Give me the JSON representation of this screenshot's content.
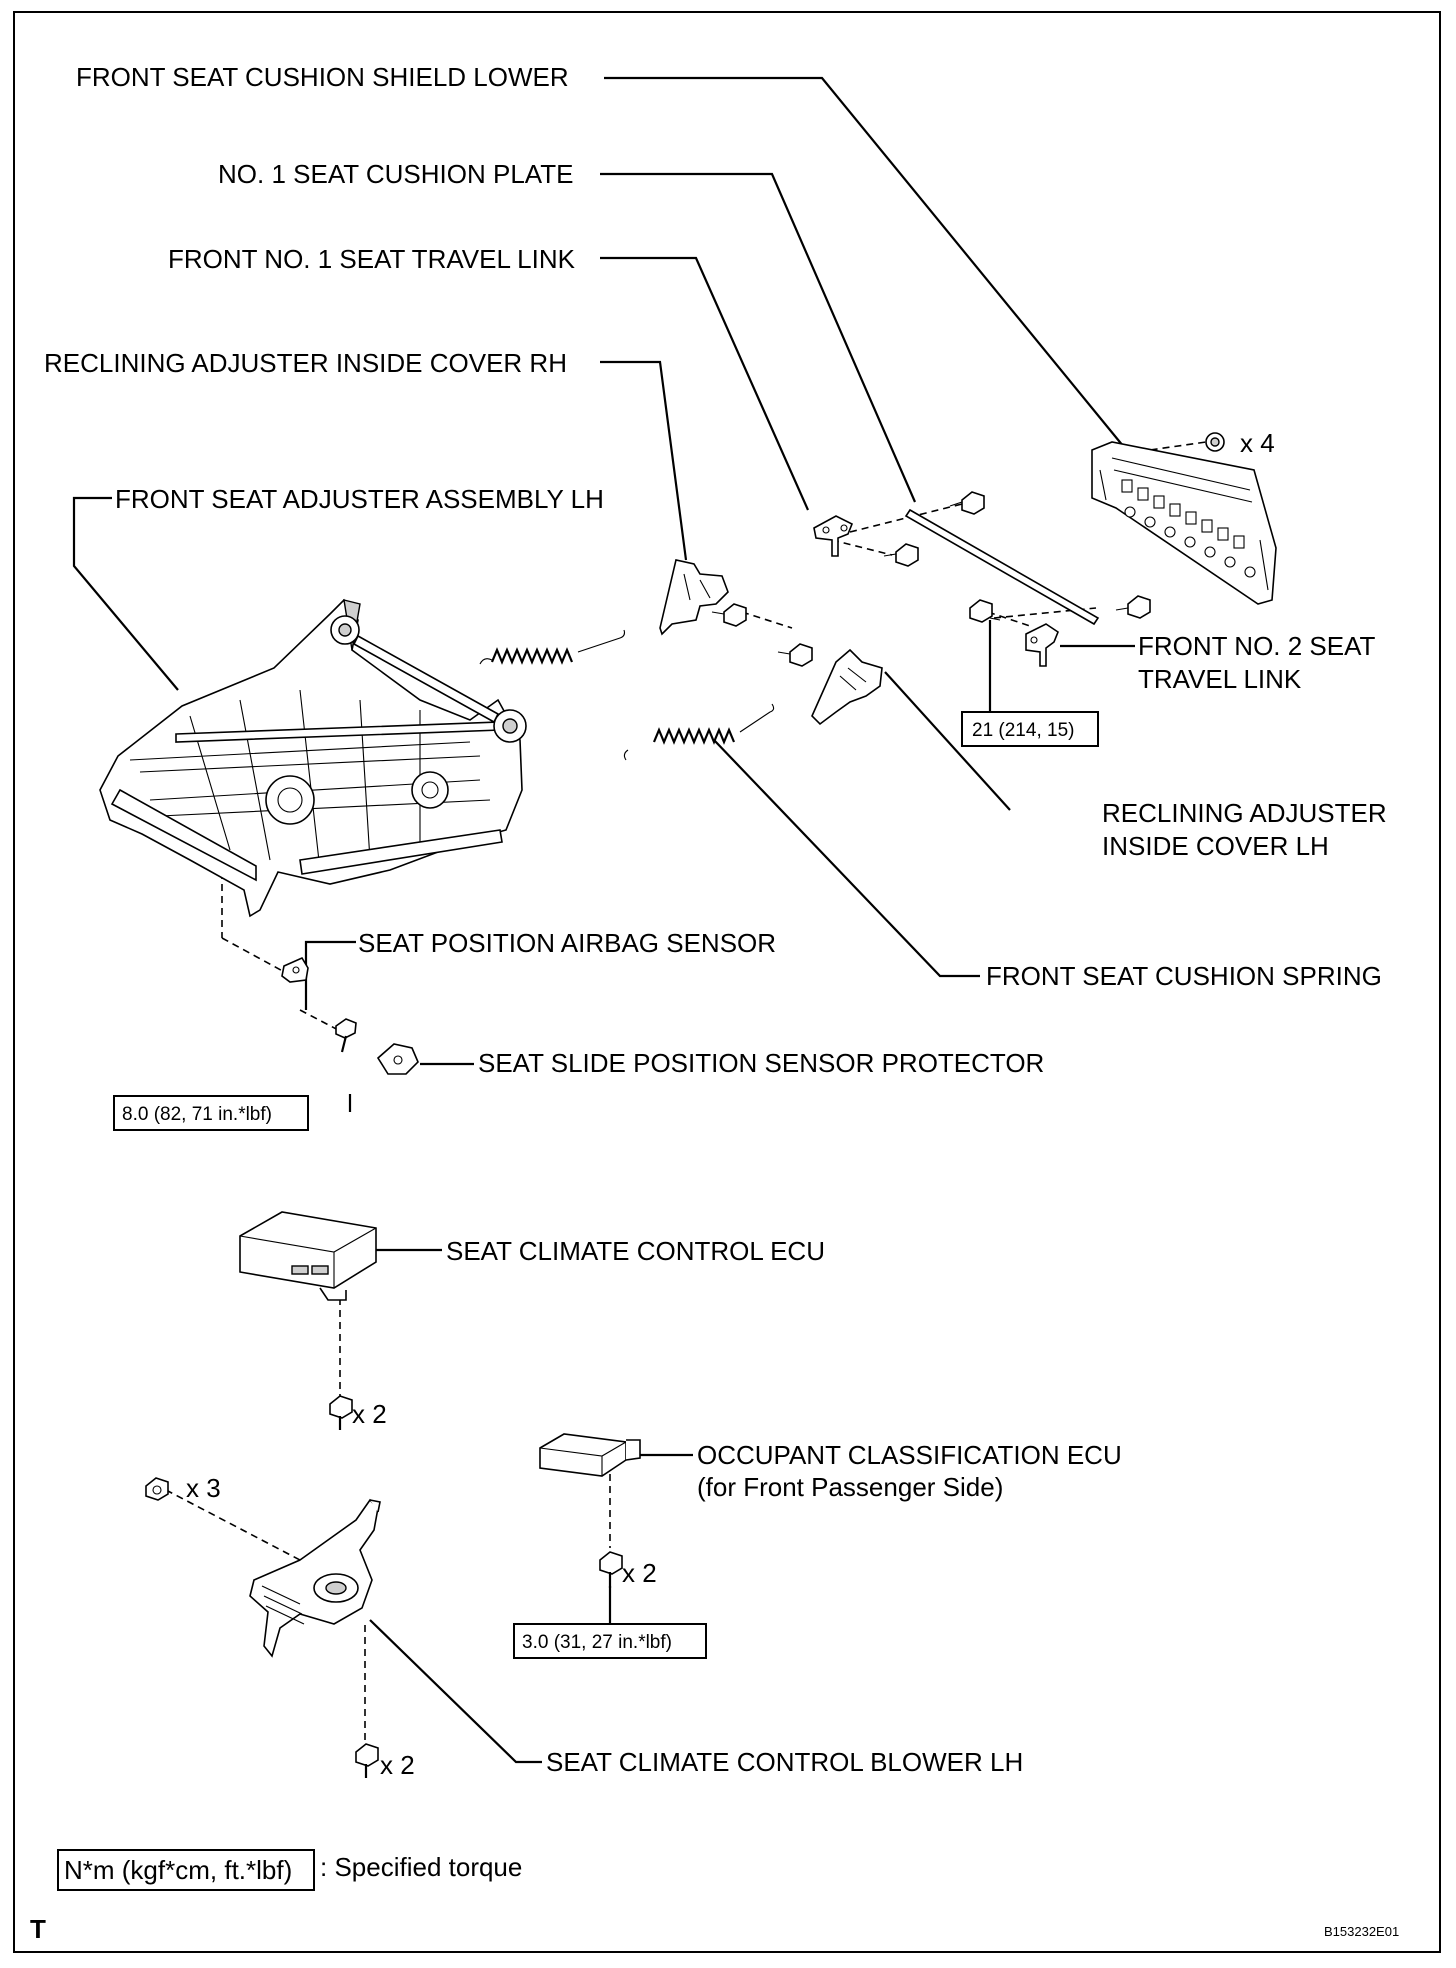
{
  "labels": {
    "cushion_shield_lower": "FRONT SEAT CUSHION SHIELD LOWER",
    "no1_cushion_plate": "NO. 1 SEAT CUSHION PLATE",
    "no1_travel_link": "FRONT NO. 1 SEAT TRAVEL LINK",
    "recl_cover_rh": "RECLINING ADJUSTER INSIDE COVER RH",
    "adjuster_assy_lh": "FRONT SEAT ADJUSTER ASSEMBLY LH",
    "no2_travel_link_1": "FRONT NO. 2 SEAT",
    "no2_travel_link_2": "TRAVEL LINK",
    "recl_cover_lh_1": "RECLINING ADJUSTER",
    "recl_cover_lh_2": "INSIDE COVER LH",
    "cushion_spring": "FRONT SEAT CUSHION SPRING",
    "airbag_sensor": "SEAT POSITION AIRBAG SENSOR",
    "slide_sensor_protector": "SEAT SLIDE POSITION SENSOR PROTECTOR",
    "climate_ecu": "SEAT CLIMATE CONTROL ECU",
    "occupant_ecu_1": "OCCUPANT CLASSIFICATION ECU",
    "occupant_ecu_2": "(for Front Passenger Side)",
    "climate_blower": "SEAT CLIMATE CONTROL BLOWER LH"
  },
  "quantities": {
    "nuts_shield": "x 4",
    "bolts_climate_ecu": "x 2",
    "bolts_blower_top": "x 3",
    "bolts_occupant_ecu": "x 2",
    "bolts_blower_bottom": "x 2"
  },
  "torques": {
    "travel_link": "21 (214, 15)",
    "airbag_sensor": "8.0 (82, 71 in.*lbf)",
    "occupant_ecu": "3.0 (31, 27 in.*lbf)"
  },
  "legend": {
    "unit_box": "N*m (kgf*cm, ft.*lbf)",
    "text": ": Specified torque"
  },
  "corner": {
    "left": "T",
    "code": "B153232E01"
  }
}
